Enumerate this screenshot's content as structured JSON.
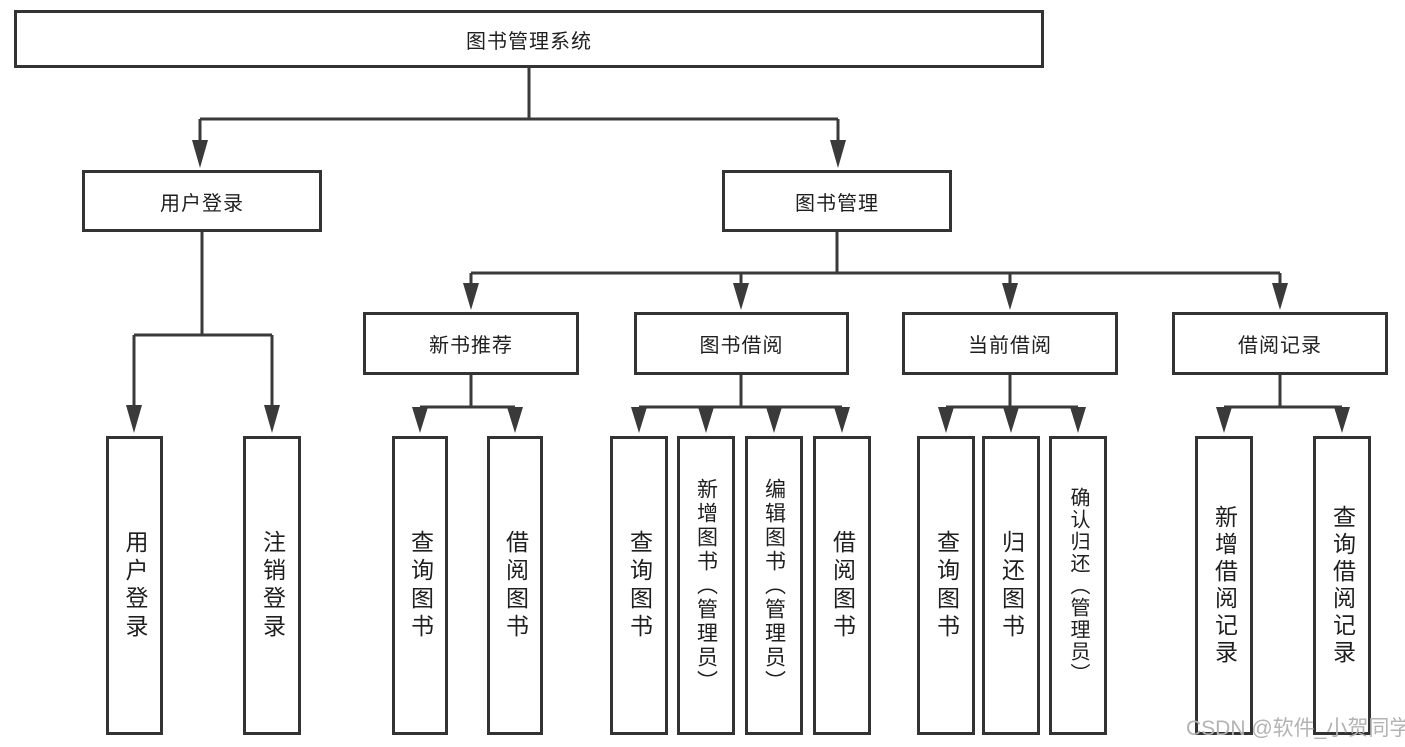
{
  "diagram": {
    "title": "图书管理系统",
    "watermark": "CSDN @软件_小贺同学",
    "colors": {
      "background": "#ffffff",
      "box_border": "#333333",
      "box_fill": "#ffffff",
      "line": "#3a3a3a",
      "text": "#1f1f1f",
      "watermark": "#b3b3b3"
    },
    "nodes": {
      "root": {
        "label": "图书管理系统"
      },
      "user_login_group": {
        "label": "用户登录"
      },
      "book_management": {
        "label": "图书管理"
      },
      "new_book_recommend": {
        "label": "新书推荐"
      },
      "book_borrowing": {
        "label": "图书借阅"
      },
      "current_borrowing": {
        "label": "当前借阅"
      },
      "borrowing_records": {
        "label": "借阅记录"
      },
      "leaf_user_login": {
        "label": "用户登录"
      },
      "leaf_logout": {
        "label": "注销登录"
      },
      "leaf_query_book_recommend": {
        "label": "查询图书"
      },
      "leaf_borrow_book_recommend": {
        "label": "借阅图书"
      },
      "leaf_query_book_borrowing": {
        "label": "查询图书"
      },
      "leaf_add_book_admin": {
        "label": "新增图书（管理员）"
      },
      "leaf_edit_book_admin": {
        "label": "编辑图书（管理员）"
      },
      "leaf_borrow_book_borrowing": {
        "label": "借阅图书"
      },
      "leaf_query_book_current": {
        "label": "查询图书"
      },
      "leaf_return_book": {
        "label": "归还图书"
      },
      "leaf_confirm_return_admin": {
        "label": "确认归还（管理员）"
      },
      "leaf_add_borrow_record": {
        "label": "新增借阅记录"
      },
      "leaf_query_borrow_record": {
        "label": "查询借阅记录"
      }
    },
    "edges": [
      {
        "from": "root",
        "to": "user_login_group"
      },
      {
        "from": "root",
        "to": "book_management"
      },
      {
        "from": "user_login_group",
        "to": "leaf_user_login"
      },
      {
        "from": "user_login_group",
        "to": "leaf_logout"
      },
      {
        "from": "book_management",
        "to": "new_book_recommend"
      },
      {
        "from": "book_management",
        "to": "book_borrowing"
      },
      {
        "from": "book_management",
        "to": "current_borrowing"
      },
      {
        "from": "book_management",
        "to": "borrowing_records"
      },
      {
        "from": "new_book_recommend",
        "to": "leaf_query_book_recommend"
      },
      {
        "from": "new_book_recommend",
        "to": "leaf_borrow_book_recommend"
      },
      {
        "from": "book_borrowing",
        "to": "leaf_query_book_borrowing"
      },
      {
        "from": "book_borrowing",
        "to": "leaf_add_book_admin"
      },
      {
        "from": "book_borrowing",
        "to": "leaf_edit_book_admin"
      },
      {
        "from": "book_borrowing",
        "to": "leaf_borrow_book_borrowing"
      },
      {
        "from": "current_borrowing",
        "to": "leaf_query_book_current"
      },
      {
        "from": "current_borrowing",
        "to": "leaf_return_book"
      },
      {
        "from": "current_borrowing",
        "to": "leaf_confirm_return_admin"
      },
      {
        "from": "borrowing_records",
        "to": "leaf_add_borrow_record"
      },
      {
        "from": "borrowing_records",
        "to": "leaf_query_borrow_record"
      }
    ]
  }
}
